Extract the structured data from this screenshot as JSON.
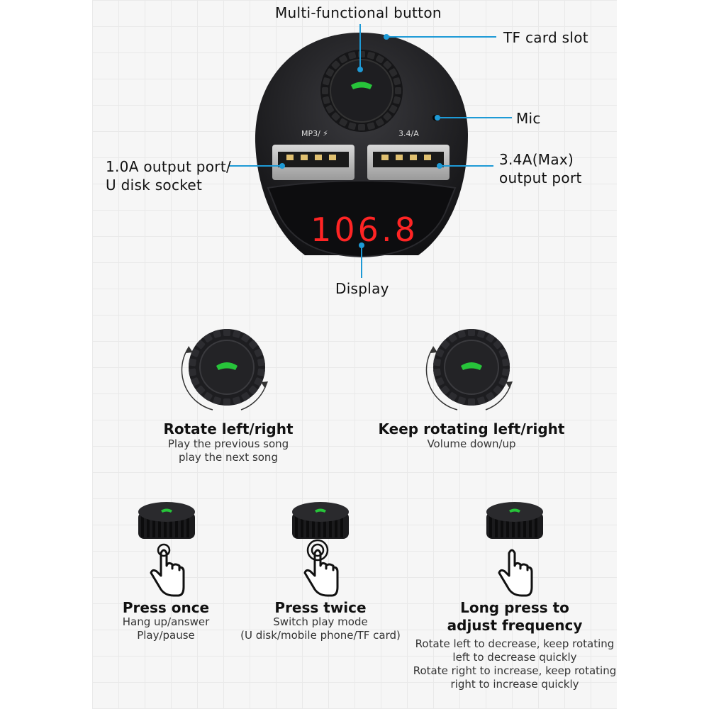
{
  "callouts": {
    "multi_button": "Multi-functional button",
    "tf_slot": "TF card slot",
    "mic": "Mic",
    "left_port_line1": "1.0A output port/",
    "left_port_line2": "U disk socket",
    "right_port_line1": "3.4A(Max)",
    "right_port_line2": "output port",
    "display": "Display"
  },
  "device": {
    "port_left_label": "MP3/",
    "port_right_label": "3.4/A",
    "display_value": "106.8"
  },
  "rotate": {
    "title": "Rotate left/right",
    "line1": "Play the previous song",
    "line2": "play the next song"
  },
  "keep_rotate": {
    "title": "Keep rotating left/right",
    "line1": "Volume down/up"
  },
  "press_once": {
    "title": "Press once",
    "line1": "Hang up/answer",
    "line2": "Play/pause"
  },
  "press_twice": {
    "title": "Press twice",
    "line1": "Switch play mode",
    "line2": "(U disk/mobile phone/TF card)"
  },
  "long_press": {
    "title_line1": "Long press to",
    "title_line2": "adjust frequency",
    "line1": "Rotate left to decrease, keep rotating",
    "line2": "left to decrease quickly",
    "line3": "Rotate right to increase, keep rotating",
    "line4": "right to increase quickly"
  },
  "colors": {
    "accent_line": "#1e9ad6",
    "phone_green": "#27c43a",
    "display_red": "#ff2424",
    "body_dark": "#1c1c1e"
  }
}
